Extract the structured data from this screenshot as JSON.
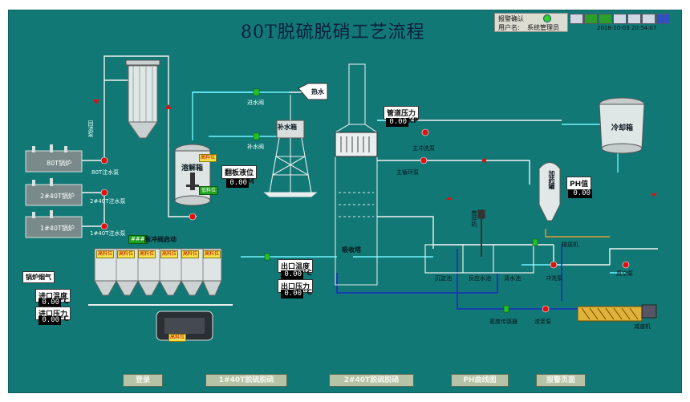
{
  "title": "80T脱硫脱硝工艺流程",
  "header": {
    "alarm_confirm": "报警确认",
    "user_label": "用户名:",
    "user_name": "系统管理员",
    "datetime": "2018-10-03 20:54:07"
  },
  "labels": {
    "boiler1": "80T锅炉",
    "boiler2": "2#40T锅炉",
    "boiler3": "1#40T锅炉",
    "pump_80t": "80T注水泵",
    "pump_2": "2#40T注水泵",
    "pump_1": "1#40T注水泵",
    "circ_pump": "回流泵",
    "dissolve_tank": "溶解箱",
    "makeup_tank": "补水箱",
    "hot_water": "热水",
    "valve_inlet": "进水阀",
    "valve_makeup": "补水阀",
    "cooling_tank": "冷却箱",
    "dosing_tank": "加药罐",
    "main_wash_pump": "主冲洗泵",
    "main_circ_pump": "主循环泵",
    "absorber": "吸收塔",
    "stirrer": "搅拌机",
    "settle_pool": "沉淀池",
    "react_pool": "反应水池",
    "clear_pool": "清水池",
    "flush_pump": "冲洗泵",
    "vacuum_pump": "真空泵",
    "density_sensor": "密度传感器",
    "slurry_pump": "渣浆泵",
    "reducer": "减速机",
    "transfer_pump": "输送机",
    "pulse_start": "脉冲阀启动",
    "boiler_flue": "锅炉烟气",
    "material_level": "高料位",
    "high_level": "高料位",
    "low_level": "低料位"
  },
  "measures": {
    "pipe_pressure": {
      "label": "管道压力",
      "value": "0.00",
      "unit": "KP"
    },
    "tank_level": {
      "label": "翻板液位",
      "value": "0.00",
      "unit": "M"
    },
    "ph": {
      "label": "PH值",
      "value": "0.00",
      "unit": ""
    },
    "outlet_temp": {
      "label": "出口温度",
      "value": "0.00",
      "unit": "℃"
    },
    "outlet_press": {
      "label": "出口压力",
      "value": "0.00",
      "unit": "℃"
    },
    "inlet_temp": {
      "label": "进口温度",
      "value": "0.00",
      "unit": "℃"
    },
    "inlet_press": {
      "label": "进口压力",
      "value": "0.00",
      "unit": "℃"
    },
    "pulse_code": "###"
  },
  "nav": [
    "登录",
    "1#40T脱硫脱硝",
    "2#40T脱硫脱硝",
    "PH曲线图",
    "报警页面"
  ],
  "colors": {
    "background": "#127876",
    "pipe_cyan": "#6ef2ff",
    "pipe_white": "#f2f2f2",
    "pipe_blue": "#1a2cc0",
    "pump_red": "#e01010",
    "valve_green": "#25c025",
    "tag_yellow": "#f2e24c"
  }
}
